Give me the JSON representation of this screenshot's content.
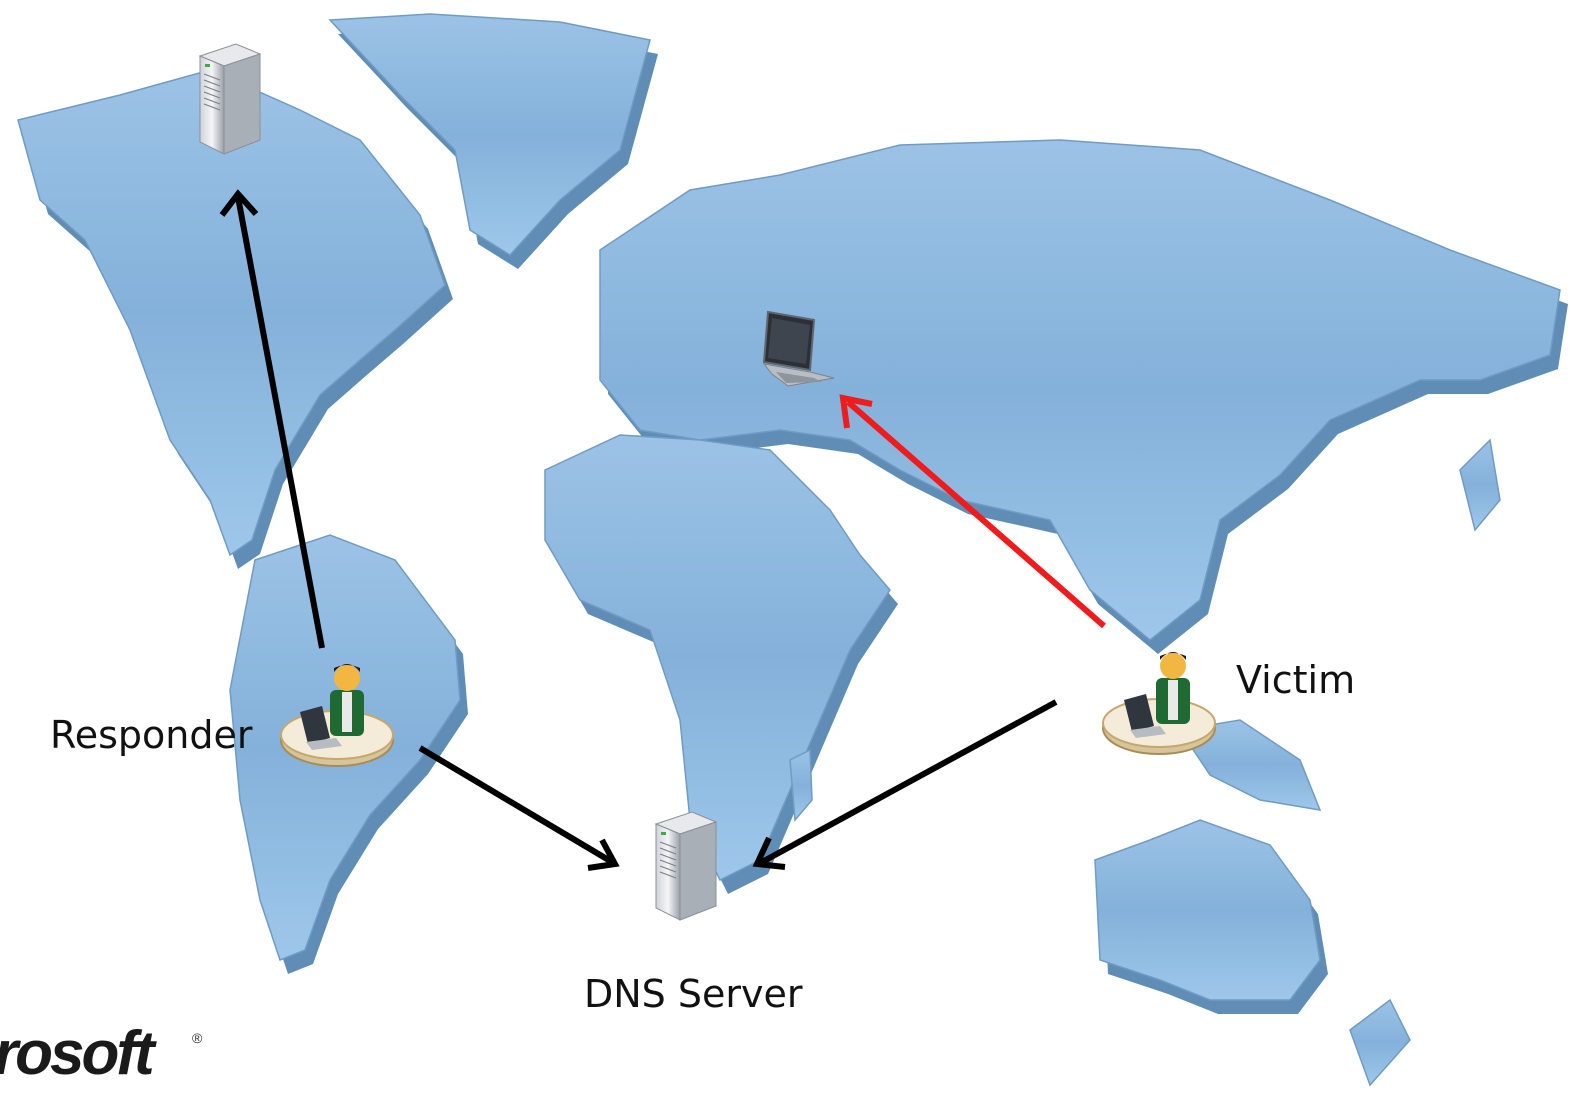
{
  "labels": {
    "responder": "Responder",
    "victim": "Victim",
    "dns_server": "DNS Server"
  },
  "logo": {
    "text": "rosoft",
    "mark": "®"
  },
  "colors": {
    "land": "#8db8df",
    "land_side": "#5d88b0",
    "arrow_black": "#000000",
    "arrow_red": "#ee1c1c"
  },
  "icons": {
    "top_server": "server-icon",
    "dns_server": "server-icon",
    "laptop": "laptop-icon",
    "responder_person": "person-at-desk-icon",
    "victim_person": "person-at-desk-icon"
  }
}
